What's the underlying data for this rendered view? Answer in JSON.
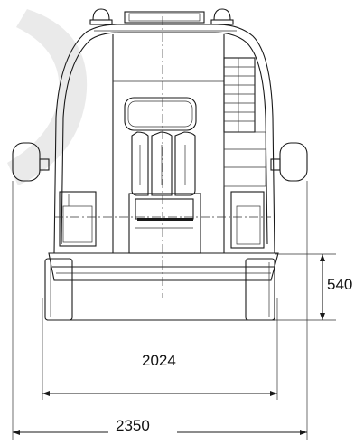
{
  "dimensions": {
    "track_width": "2024",
    "overall_width": "2350",
    "floor_height": "540"
  },
  "colors": {
    "line": "#1a1a1a",
    "watermark": "#e6e6e6",
    "background": "#ffffff"
  }
}
